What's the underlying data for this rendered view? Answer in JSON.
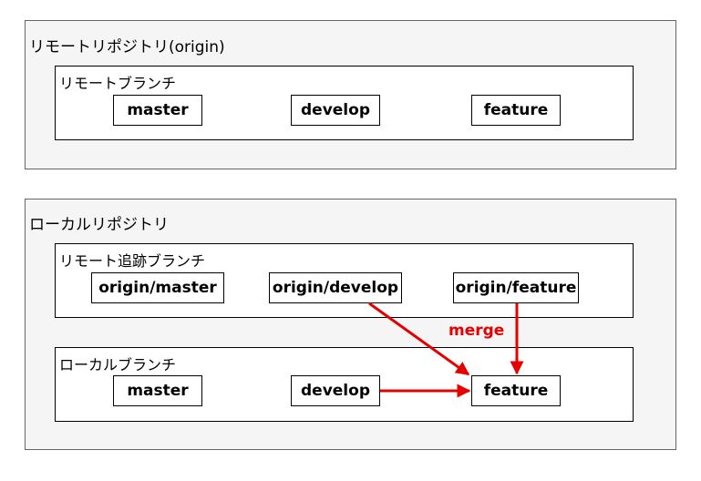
{
  "remote_repo": {
    "title": "リモートリポジトリ(origin)",
    "group": {
      "title": "リモートブランチ",
      "branches": [
        "master",
        "develop",
        "feature"
      ]
    }
  },
  "local_repo": {
    "title": "ローカルリポジトリ",
    "tracking_group": {
      "title": "リモート追跡ブランチ",
      "branches": [
        "origin/master",
        "origin/develop",
        "origin/feature"
      ]
    },
    "local_group": {
      "title": "ローカルブランチ",
      "branches": [
        "master",
        "develop",
        "feature"
      ]
    }
  },
  "merge_label": "merge",
  "colors": {
    "arrow": "#e60000",
    "repo_background": "#f5f5f5",
    "repo_border": "#666666"
  }
}
